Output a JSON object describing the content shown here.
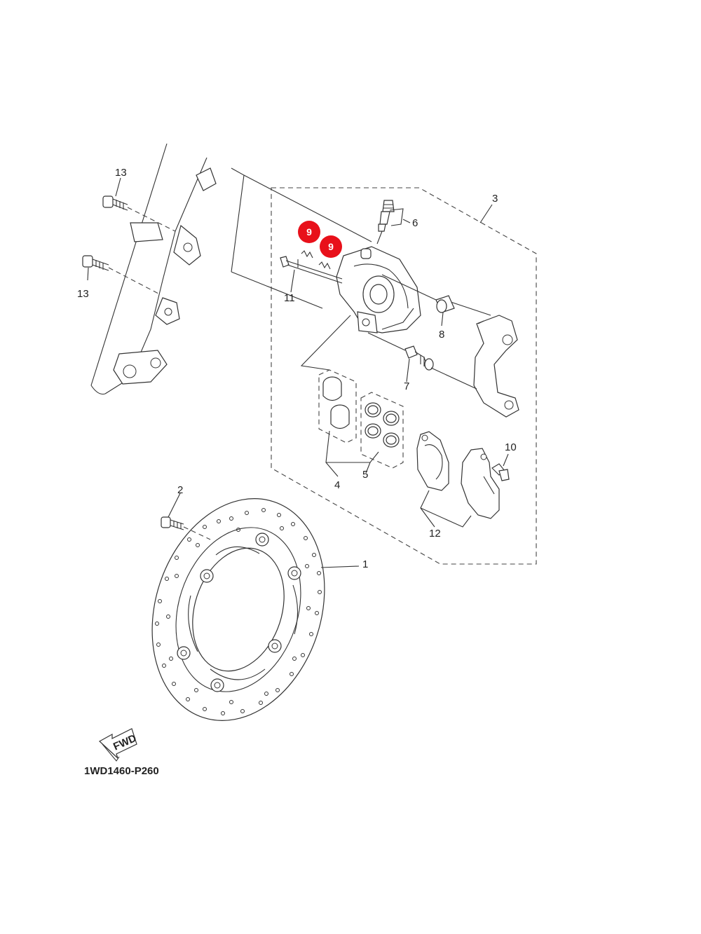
{
  "diagram": {
    "code": "1WD1460-P260",
    "fwd_label": "FWD",
    "callouts": [
      {
        "id": "1",
        "label": "1"
      },
      {
        "id": "2",
        "label": "2"
      },
      {
        "id": "3",
        "label": "3"
      },
      {
        "id": "4",
        "label": "4"
      },
      {
        "id": "5",
        "label": "5"
      },
      {
        "id": "6",
        "label": "6"
      },
      {
        "id": "7",
        "label": "7"
      },
      {
        "id": "8",
        "label": "8"
      },
      {
        "id": "9a",
        "label": "9"
      },
      {
        "id": "9b",
        "label": "9"
      },
      {
        "id": "10",
        "label": "10"
      },
      {
        "id": "11",
        "label": "11"
      },
      {
        "id": "12",
        "label": "12"
      },
      {
        "id": "13a",
        "label": "13"
      },
      {
        "id": "13b",
        "label": "13"
      }
    ],
    "highlight_color": "#e8101a"
  }
}
